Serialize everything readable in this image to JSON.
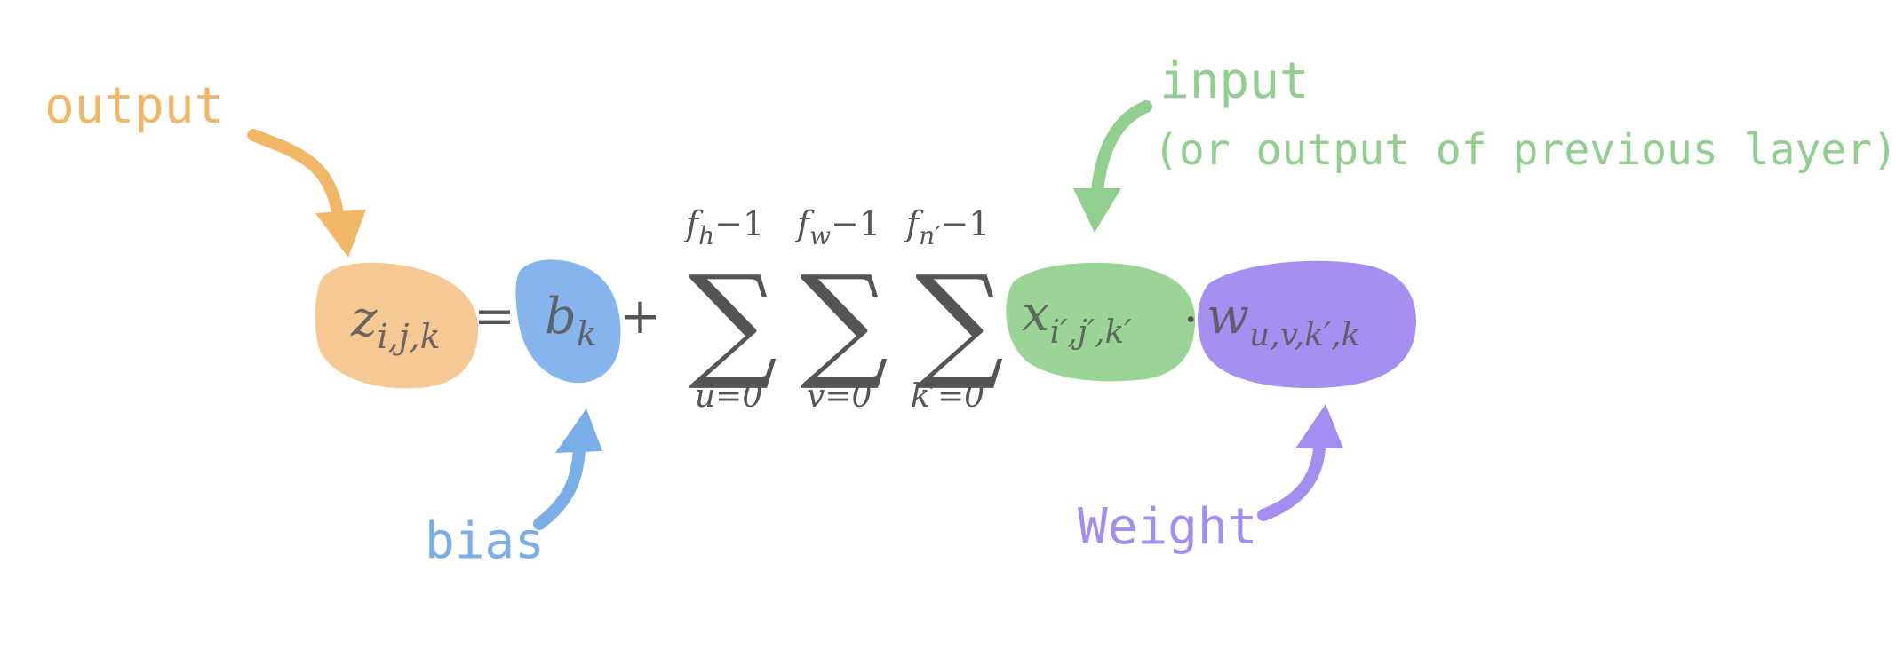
{
  "labels": {
    "output": "output",
    "bias": "bias",
    "input": "input",
    "input_note": "(or output of previous layer)",
    "weight": "Weight"
  },
  "formula": {
    "z_base": "z",
    "z_sub": "i,j,k",
    "equals": "=",
    "b_base": "b",
    "b_sub": "k",
    "plus": "+",
    "sum_symbol": "∑",
    "sum1_upper_base": "f",
    "sum1_upper_sub": "h",
    "sum1_upper_tail": "−1",
    "sum1_lower": "u=0",
    "sum2_upper_base": "f",
    "sum2_upper_sub": "w",
    "sum2_upper_tail": "−1",
    "sum2_lower": "v=0",
    "sum3_upper_base": "f",
    "sum3_upper_sub": "n′",
    "sum3_upper_tail": "−1",
    "sum3_lower": "k′=0",
    "x_base": "x",
    "x_sub": "i′,j′,k′",
    "dot": "·",
    "w_base": "w",
    "w_sub": "u,v,k′,k"
  },
  "colors": {
    "output": "#f2b766",
    "output_blob": "#f6c994",
    "bias": "#7aaee8",
    "bias_blob": "#86b4ec",
    "input": "#90cf8e",
    "input_blob": "#9bd596",
    "weight": "#a38df0",
    "weight_blob": "#a58ff1",
    "math": "#555555"
  }
}
